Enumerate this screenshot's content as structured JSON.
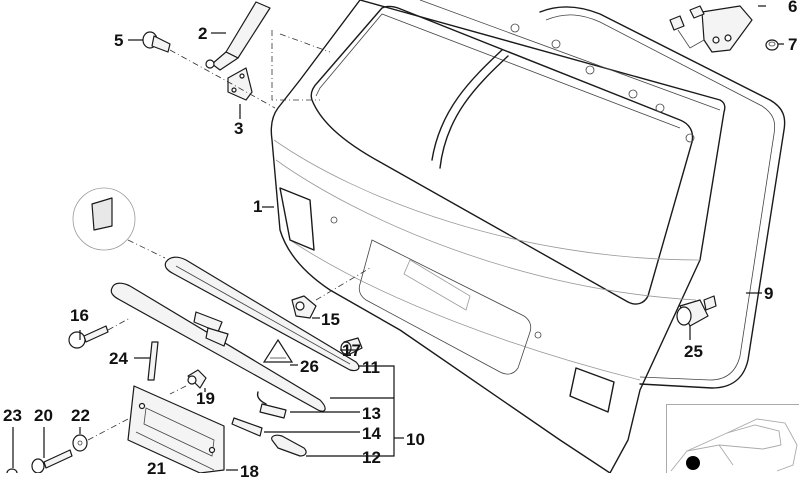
{
  "diagram": {
    "title": "Rear tailgate / trunk lid exploded parts diagram",
    "callouts": {
      "c1": "1",
      "c2": "2",
      "c3": "3",
      "c5": "5",
      "c6": "6",
      "c7": "7",
      "c9": "9",
      "c10": "10",
      "c11": "11",
      "c12": "12",
      "c13": "13",
      "c14": "14",
      "c15": "15",
      "c16": "16",
      "c17": "17",
      "c18": "18",
      "c19": "19",
      "c20": "20",
      "c21": "21",
      "c22": "22",
      "c23": "23",
      "c24": "24",
      "c25": "25",
      "c26": "26"
    },
    "parts": [
      {
        "number": "1",
        "name": "tailgate-panel"
      },
      {
        "number": "2",
        "name": "gas-strut"
      },
      {
        "number": "3",
        "name": "strut-bracket"
      },
      {
        "number": "5",
        "name": "bolt"
      },
      {
        "number": "6",
        "name": "hinge"
      },
      {
        "number": "7",
        "name": "nut"
      },
      {
        "number": "9",
        "name": "tailgate-seal"
      },
      {
        "number": "10",
        "name": "handle-trim-set-group"
      },
      {
        "number": "11",
        "name": "trim-strip"
      },
      {
        "number": "12",
        "name": "lamp-cover"
      },
      {
        "number": "13",
        "name": "switch"
      },
      {
        "number": "14",
        "name": "cover-cap"
      },
      {
        "number": "15",
        "name": "clip-nut"
      },
      {
        "number": "16",
        "name": "screw"
      },
      {
        "number": "17",
        "name": "grommet"
      },
      {
        "number": "18",
        "name": "handle-recess-part"
      },
      {
        "number": "19",
        "name": "expanding-nut"
      },
      {
        "number": "20",
        "name": "screw"
      },
      {
        "number": "21",
        "name": "license-plate-mount"
      },
      {
        "number": "22",
        "name": "washer"
      },
      {
        "number": "23",
        "name": "rivet"
      },
      {
        "number": "24",
        "name": "pin"
      },
      {
        "number": "25",
        "name": "buffer-stop"
      },
      {
        "number": "26",
        "name": "warning-label"
      }
    ],
    "inset": {
      "name": "vehicle-location-inset",
      "marker": "rear-marker-dot"
    },
    "colors": {
      "line": "#1a1a1a",
      "background": "#ffffff",
      "marker": "#000000"
    }
  }
}
